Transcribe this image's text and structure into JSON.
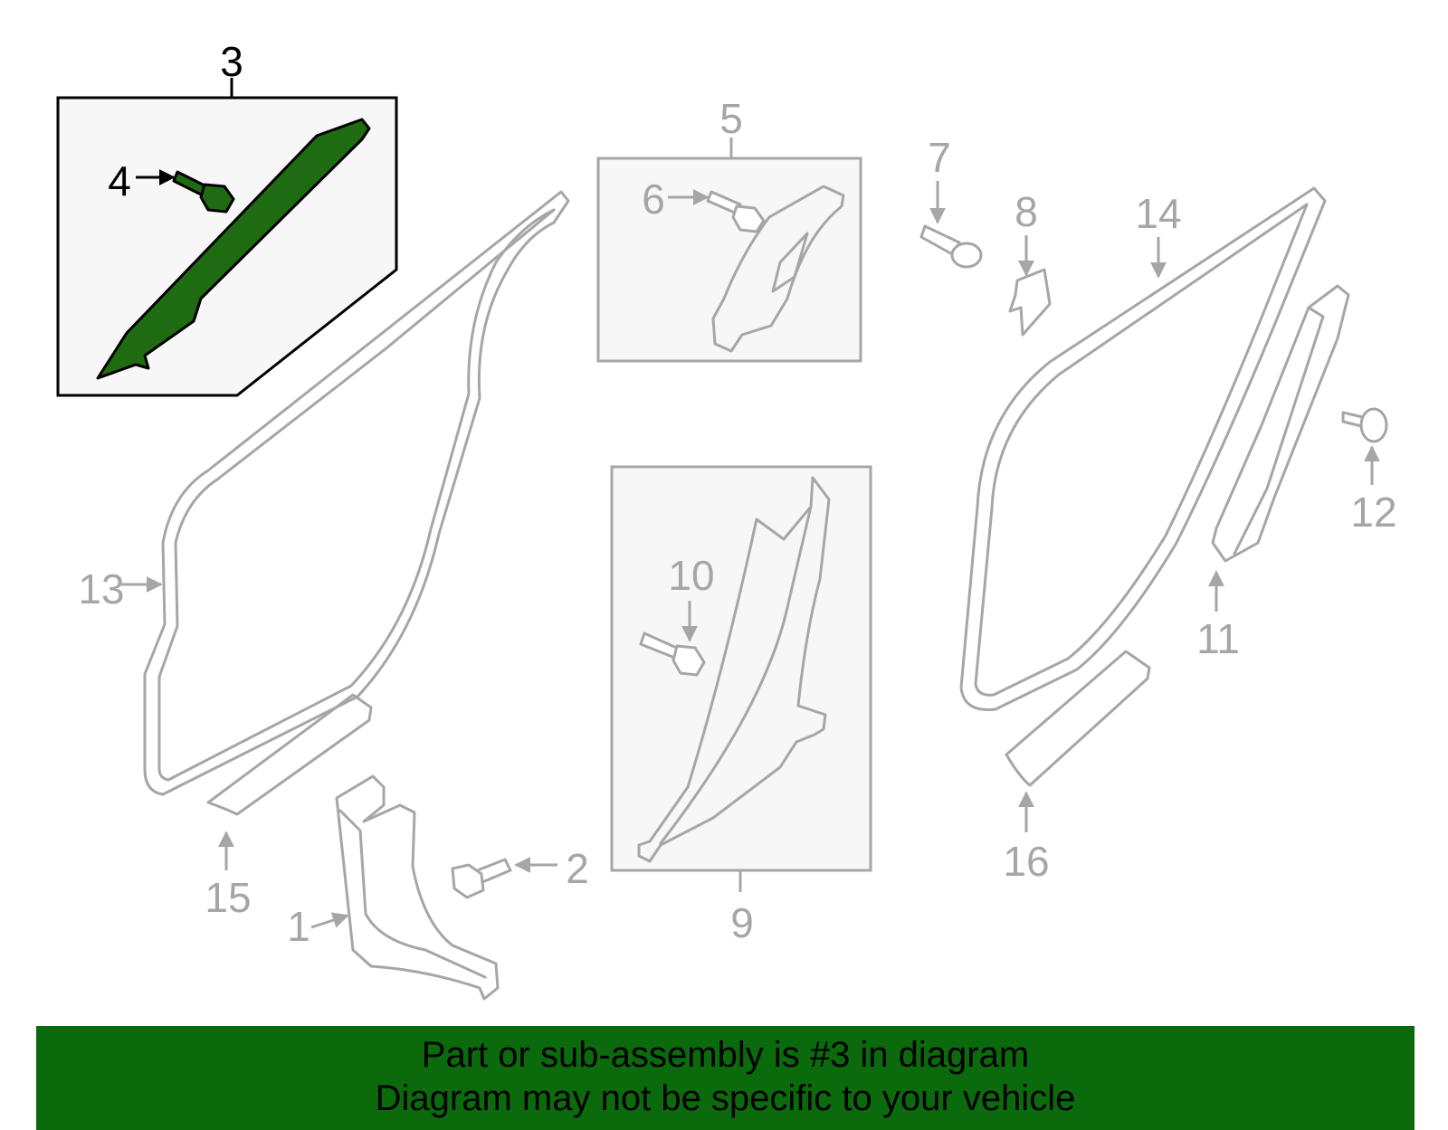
{
  "colors": {
    "highlight": "#1f6b12",
    "banner": "#0b6a0b",
    "part_line": "#a6a6a6"
  },
  "callouts": {
    "c1": "1",
    "c2": "2",
    "c3": "3",
    "c4": "4",
    "c5": "5",
    "c6": "6",
    "c7": "7",
    "c8": "8",
    "c9": "9",
    "c10": "10",
    "c11": "11",
    "c12": "12",
    "c13": "13",
    "c14": "14",
    "c15": "15",
    "c16": "16"
  },
  "banner": {
    "line1": "Part or sub-assembly is #3 in diagram",
    "line2": "Diagram may not be specific to your vehicle"
  }
}
